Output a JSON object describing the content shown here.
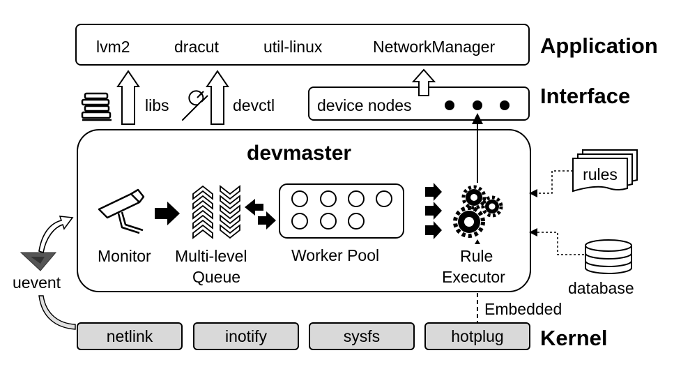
{
  "layers": {
    "application": "Application",
    "interface": "Interface",
    "kernel": "Kernel"
  },
  "application_items": [
    "lvm2",
    "dracut",
    "util-linux",
    "NetworkManager"
  ],
  "interface": {
    "libs": "libs",
    "devctl": "devctl",
    "device_nodes": "device nodes"
  },
  "devmaster": {
    "title": "devmaster",
    "monitor": "Monitor",
    "queue_line1": "Multi-level",
    "queue_line2": "Queue",
    "worker_pool": "Worker Pool",
    "rule_line1": "Rule",
    "rule_line2": "Executor"
  },
  "external": {
    "rules": "rules",
    "database": "database",
    "uevent": "uevent",
    "embedded": "Embedded"
  },
  "kernel_items": [
    "netlink",
    "inotify",
    "sysfs",
    "hotplug"
  ],
  "icons": [
    "books-icon",
    "wrench-icon",
    "camera-icon",
    "chevron-stack-icon",
    "gears-icon",
    "rules-doc-icon",
    "database-icon",
    "uevent-icon"
  ]
}
